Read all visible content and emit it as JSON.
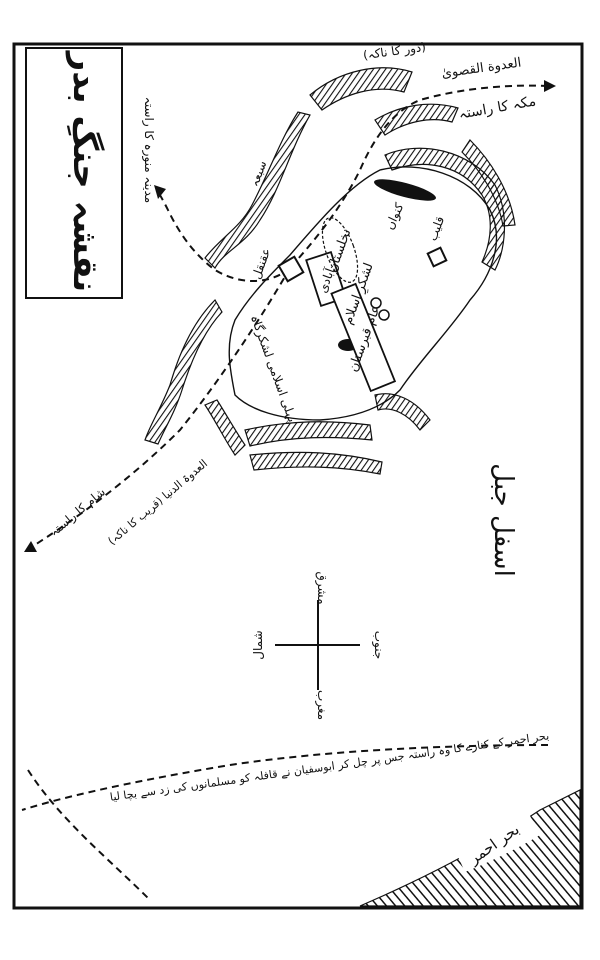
{
  "colors": {
    "ink": "#111111",
    "paper": "#ffffff"
  },
  "title": "نقشہ جنگِ بدر",
  "labels": {
    "udwat_qaswa": "العدوة القصوىٰ",
    "qureish_camp": "(دور کا ناکہ)",
    "makkah_road": "مکہ کا راستہ",
    "madinah_road": "مدینہ منورہ کا راستہ",
    "aqanqal": "عقنقل",
    "oasis": "نخلستان",
    "settlement": "آبادی",
    "islamic_camp": "لشکرِ اسلام",
    "well": "کنواں",
    "qaleeb": "قلیب",
    "graveyard": "عام قبرستان",
    "reed_banks": "سبعہ",
    "first_islamic_camp": "پہلی اسلامی لشکرگاہ",
    "udwat_dunya": "العدوۃ الدنیا (قریب کا ناکہ)",
    "sham_road": "شام کا راستہ",
    "asfal": "اسفل جبل",
    "bahr_ahmar": "بحر احمر",
    "caravan_route": "بحر احمر کے کنارے کا وہ راستہ جس پر چل کر ابوسفیان نے قافلہ کو مسلمانوں کی زد سے بچا لیا"
  },
  "compass": {
    "north": "شمال",
    "south": "جنوب",
    "east": "مشرق",
    "west": "مغرب"
  }
}
